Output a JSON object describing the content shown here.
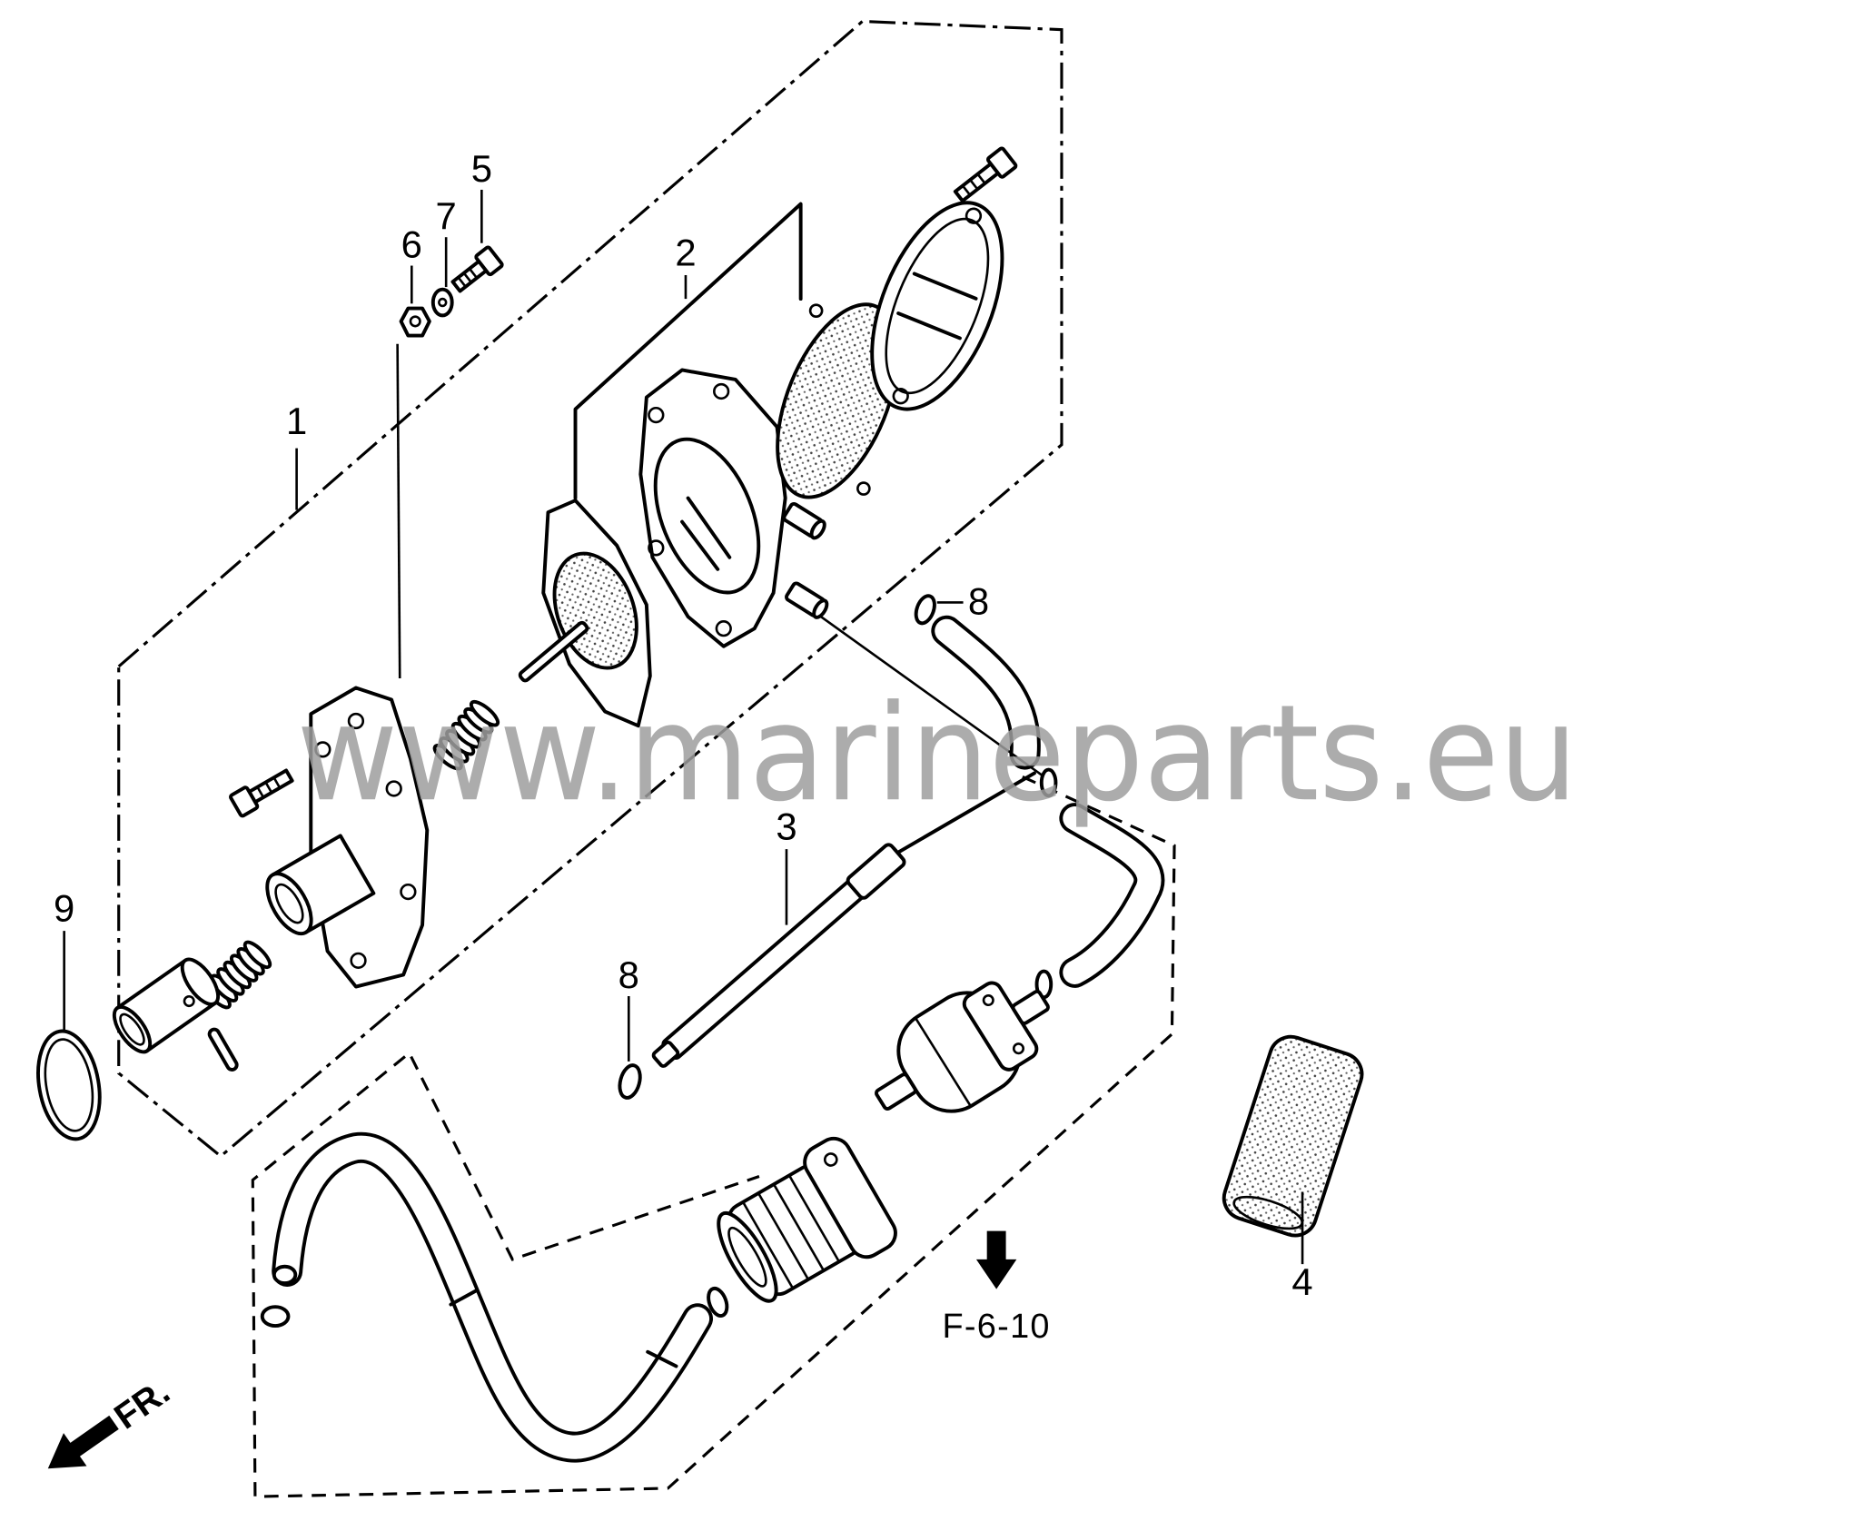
{
  "labels": {
    "p1": "1",
    "p2": "2",
    "p3": "3",
    "p4": "4",
    "p5": "5",
    "p6": "6",
    "p7": "7",
    "p8_upper": "8",
    "p8_lower": "8",
    "p9": "9"
  },
  "reference": "F-6-10",
  "front_marker": "FR.",
  "watermark": "www.marineparts.eu",
  "colors": {
    "line": "#000000",
    "background": "#ffffff",
    "watermark": "#9e9e9e"
  }
}
